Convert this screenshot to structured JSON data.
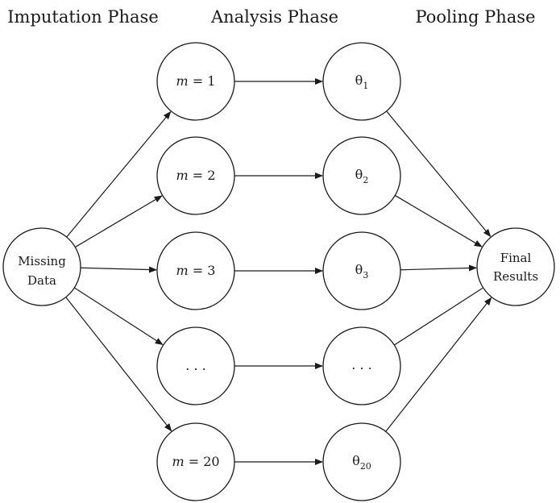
{
  "phases": {
    "imputation": "Imputation Phase",
    "analysis": "Analysis Phase",
    "pooling": "Pooling Phase"
  },
  "source": {
    "line1": "Missing",
    "line2": "Data"
  },
  "result": {
    "line1": "Final",
    "line2": "Results"
  },
  "imputations": [
    {
      "var": "m",
      "eq": " = ",
      "value": "1"
    },
    {
      "var": "m",
      "eq": " = ",
      "value": "2"
    },
    {
      "var": "m",
      "eq": " = ",
      "value": "3"
    },
    {
      "var": "",
      "eq": "",
      "value": ". . ."
    },
    {
      "var": "m",
      "eq": " = ",
      "value": "20"
    }
  ],
  "estimates": [
    {
      "symbol": "θ",
      "subscript": "1"
    },
    {
      "symbol": "θ",
      "subscript": "2"
    },
    {
      "symbol": "θ",
      "subscript": "3"
    },
    {
      "symbol": ". . .",
      "subscript": ""
    },
    {
      "symbol": "θ",
      "subscript": "20"
    }
  ]
}
